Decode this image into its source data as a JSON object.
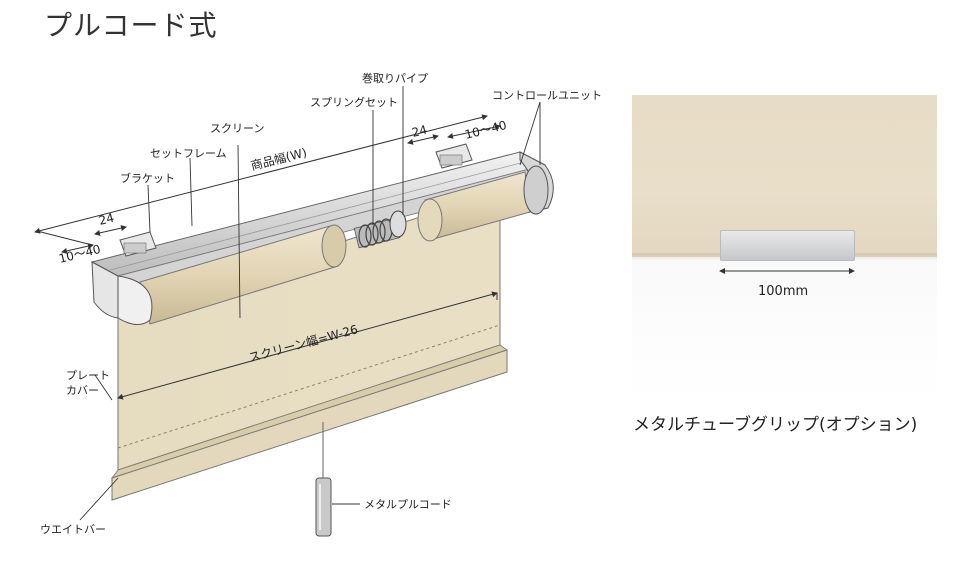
{
  "title": "プルコード式",
  "labels": {
    "bracket": "ブラケット",
    "set_frame": "セットフレーム",
    "screen": "スクリーン",
    "spring_set": "スプリングセット",
    "winding_pipe": "巻取りパイプ",
    "control_unit": "コントロールユニット",
    "product_width": "商品幅(W)",
    "screen_width": "スクリーン幅=W-26",
    "plate_cover_line1": "プレート",
    "plate_cover_line2": "カバー",
    "weight_bar": "ウエイトバー",
    "metal_pull_cord": "メタルプルコード",
    "dim_left_24": "24",
    "dim_left_10_40": "10～40",
    "dim_right_24": "24",
    "dim_right_10_40": "10～40"
  },
  "grip_photo": {
    "dimension": "100mm",
    "caption": "メタルチューブグリップ(オプション)"
  }
}
